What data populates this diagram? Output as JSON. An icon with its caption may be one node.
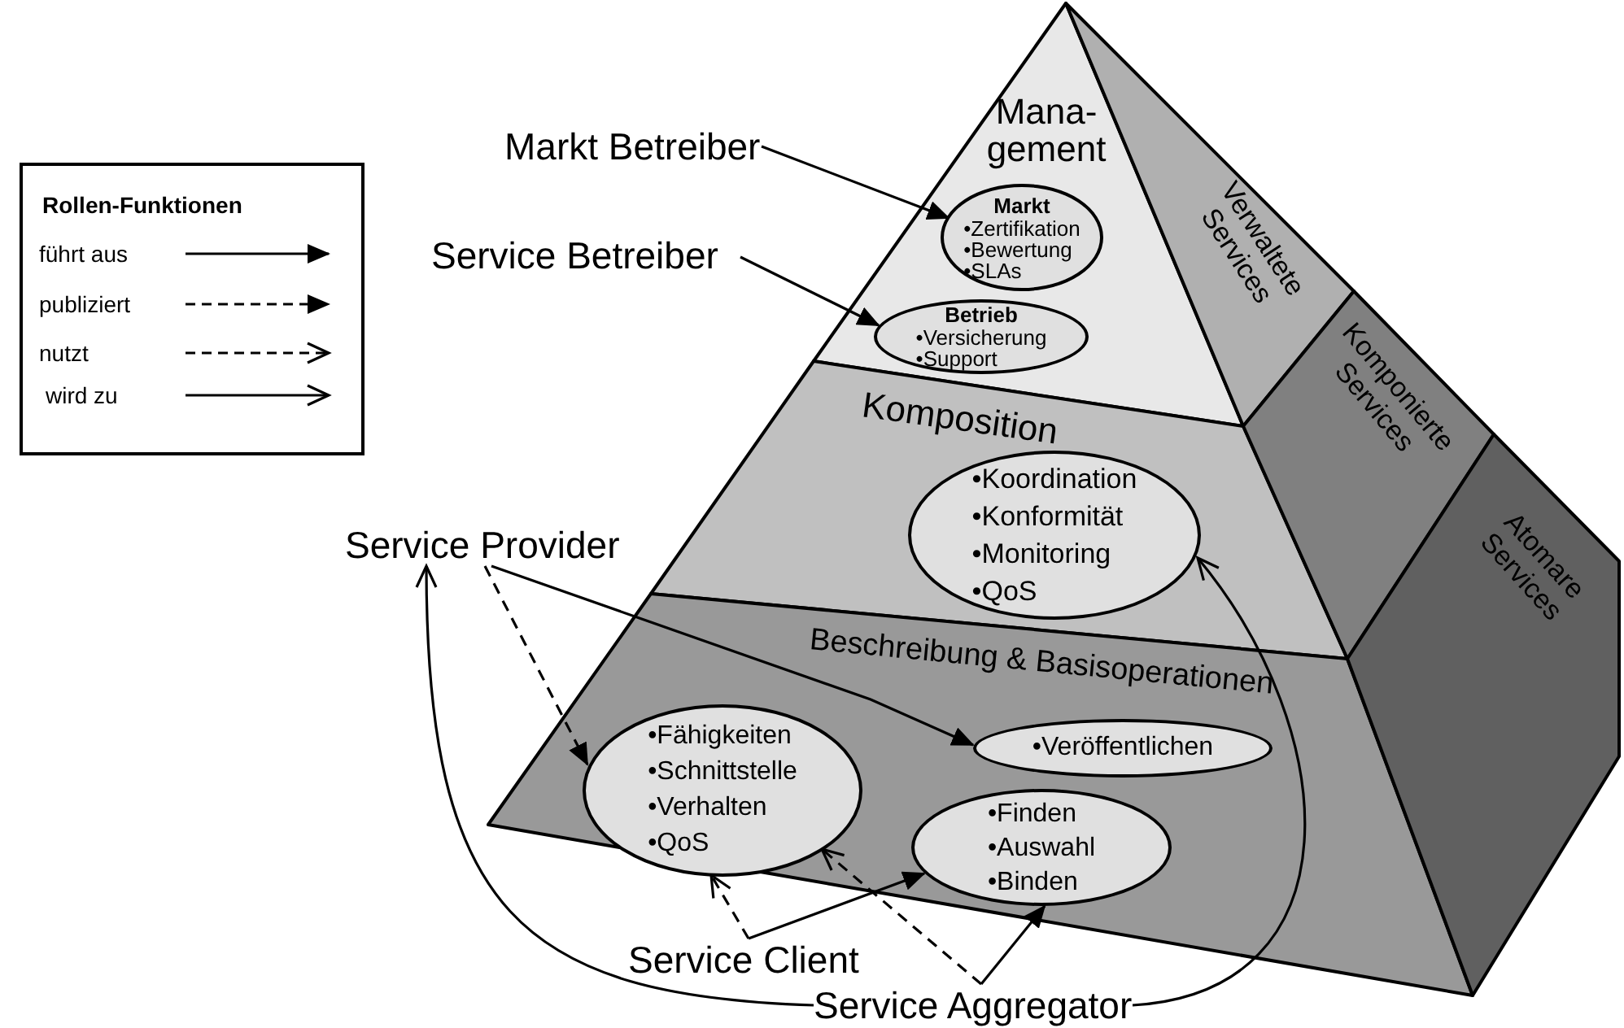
{
  "diagram": {
    "nodes": [
      {
        "text": [
          "Mana- gement"
        ]
      },
      {
        "text": [
          "Markt",
          "•Zertifikation •Bewertung •SLAs"
        ],
        "in": 0
      },
      {
        "text": [
          "Betrieb",
          "•Versicherung •Support"
        ],
        "in": 0
      },
      {
        "text": [
          "Komposition"
        ]
      },
      {
        "text": [
          "•Koordination •Konformität •Monitoring •QoS"
        ],
        "in": 3
      },
      {
        "text": [
          "Beschreibung & Basisoperationen"
        ]
      },
      {
        "text": [
          "•Fähigkeiten •Schnittstelle •Verhalten •QoS"
        ],
        "in": 5
      },
      {
        "text": [
          "•Veröffentlichen"
        ],
        "in": 5
      },
      {
        "text": [
          "•Finden •Auswahl •Binden"
        ],
        "in": 5
      },
      {
        "text": [
          "Verwaltete Services"
        ]
      },
      {
        "text": [
          "Komponierte Services"
        ]
      },
      {
        "text": [
          "Atomare Services"
        ]
      },
      {
        "text": [
          "Markt Betreiber"
        ]
      },
      {
        "text": [
          "Service Betreiber"
        ]
      },
      {
        "text": [
          "Service Provider"
        ]
      },
      {
        "text": [
          "Service Client"
        ]
      },
      {
        "text": [
          "Service Aggregator"
        ]
      }
    ],
    "edges": [
      {
        "from": 12,
        "to": 1,
        "arrow": "to"
      },
      {
        "from": 13,
        "to": 2,
        "arrow": "to"
      },
      {
        "from": 14,
        "to": 6,
        "arrow": "to",
        "style": "dashed"
      },
      {
        "from": 14,
        "to": 7,
        "arrow": "to"
      },
      {
        "from": 15,
        "to": 6,
        "arrow": "to",
        "style": "dashed"
      },
      {
        "from": 15,
        "to": 8,
        "arrow": "to"
      },
      {
        "from": 16,
        "to": 6,
        "arrow": "to",
        "style": "dashed"
      },
      {
        "from": 16,
        "to": 8,
        "arrow": "to"
      },
      {
        "from": 16,
        "to": 14,
        "arrow": "to"
      },
      {
        "from": 16,
        "to": 4,
        "arrow": "to"
      }
    ],
    "labels": [
      "Rollen-Funktionen"
    ],
    "legend": [
      {
        "text": "führt aus"
      },
      {
        "text": "publiziert"
      },
      {
        "text": "nutzt"
      },
      {
        "text": "wird zu"
      }
    ]
  }
}
